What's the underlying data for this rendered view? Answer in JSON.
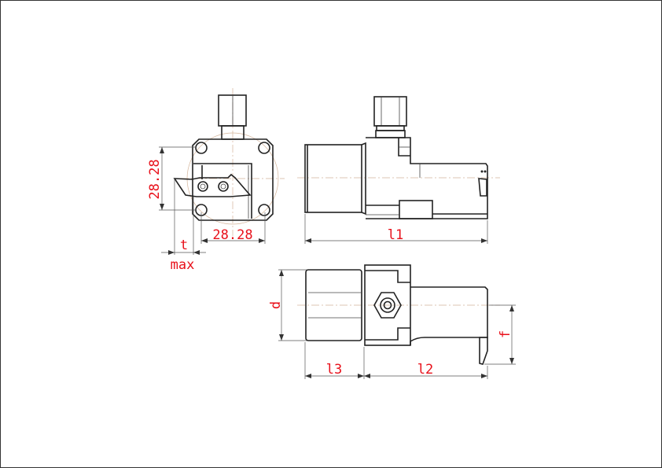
{
  "drawing": {
    "front_view": {
      "dim_vertical": "28.28",
      "dim_horizontal": "28.28",
      "dim_t": "t",
      "dim_t_note": "max"
    },
    "side_view": {
      "dim_length": "l1"
    },
    "top_view": {
      "dim_diameter": "d",
      "dim_l3": "l3",
      "dim_l2": "l2",
      "dim_f": "f"
    },
    "colors": {
      "outline": "#222222",
      "dimension_text": "#e8101a",
      "centerline": "#d4b49a"
    }
  }
}
